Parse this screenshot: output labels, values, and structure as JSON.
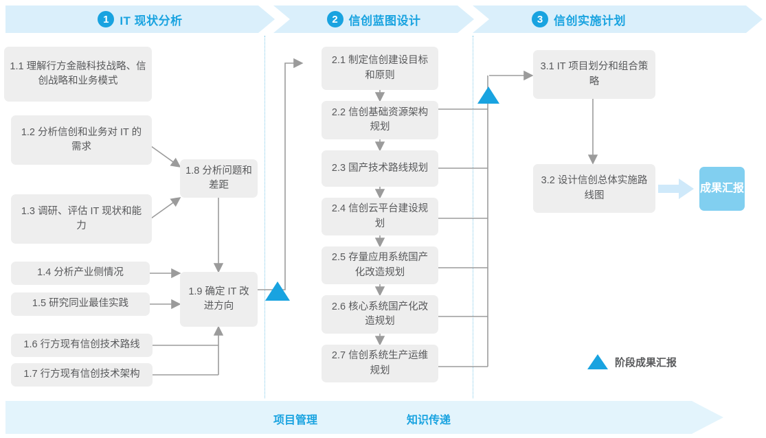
{
  "header": {
    "phases": [
      {
        "number": "1",
        "title": "IT 现状分析"
      },
      {
        "number": "2",
        "title": "信创蓝图设计"
      },
      {
        "number": "3",
        "title": "信创实施计划"
      }
    ]
  },
  "phase1": {
    "tasks": [
      {
        "id": "1.1",
        "text": "1.1 理解行方金融科技战略、信创战略和业务模式"
      },
      {
        "id": "1.2",
        "text": "1.2 分析信创和业务对 IT 的需求"
      },
      {
        "id": "1.3",
        "text": "1.3 调研、评估 IT 现状和能力"
      },
      {
        "id": "1.4",
        "text": "1.4 分析产业侧情况"
      },
      {
        "id": "1.5",
        "text": "1.5 研究同业最佳实践"
      },
      {
        "id": "1.6",
        "text": "1.6 行方现有信创技术路线"
      },
      {
        "id": "1.7",
        "text": "1.7 行方现有信创技术架构"
      },
      {
        "id": "1.8",
        "text": "1.8 分析问题和差距"
      },
      {
        "id": "1.9",
        "text": "1.9 确定 IT 改进方向"
      }
    ]
  },
  "phase2": {
    "tasks": [
      {
        "id": "2.1",
        "text": "2.1 制定信创建设目标和原则"
      },
      {
        "id": "2.2",
        "text": "2.2 信创基础资源架构规划"
      },
      {
        "id": "2.3",
        "text": "2.3 国产技术路线规划"
      },
      {
        "id": "2.4",
        "text": "2.4 信创云平台建设规划"
      },
      {
        "id": "2.5",
        "text": "2.5 存量应用系统国产化改造规划"
      },
      {
        "id": "2.6",
        "text": "2.6 核心系统国产化改造规划"
      },
      {
        "id": "2.7",
        "text": "2.7 信创系统生产运维规划"
      }
    ]
  },
  "phase3": {
    "tasks": [
      {
        "id": "3.1",
        "text": "3.1 IT 项目划分和组合策略"
      },
      {
        "id": "3.2",
        "text": "3.2 设计信创总体实施路线图"
      }
    ],
    "outcome": "成果汇报"
  },
  "legend": {
    "milestone_label": "阶段成果汇报"
  },
  "footer": {
    "labels": [
      "项目管理",
      "知识传递"
    ]
  },
  "colors": {
    "accent": "#19a3e0",
    "band": "#daeffb",
    "footer_band": "#e3f4fc",
    "box": "#eeeeee",
    "outcome": "#81cff0",
    "text": "#58595b",
    "wire": "#9b9b9b"
  }
}
